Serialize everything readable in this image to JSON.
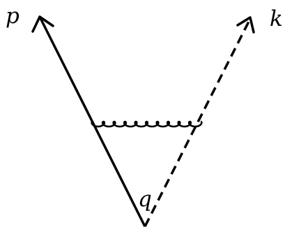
{
  "labels": {
    "p": "p",
    "k": "k",
    "q": "q"
  },
  "diagram": {
    "lines": [
      {
        "name": "momentum-p-line",
        "style": "solid",
        "arrow": "end",
        "label": "p"
      },
      {
        "name": "momentum-k-line",
        "style": "dashed",
        "arrow": "end",
        "label": "k"
      },
      {
        "name": "gluon-exchange",
        "style": "curly",
        "arrow": "none"
      }
    ],
    "vertex_label": "q"
  },
  "colors": {
    "stroke": "#000000",
    "background": "#ffffff"
  }
}
